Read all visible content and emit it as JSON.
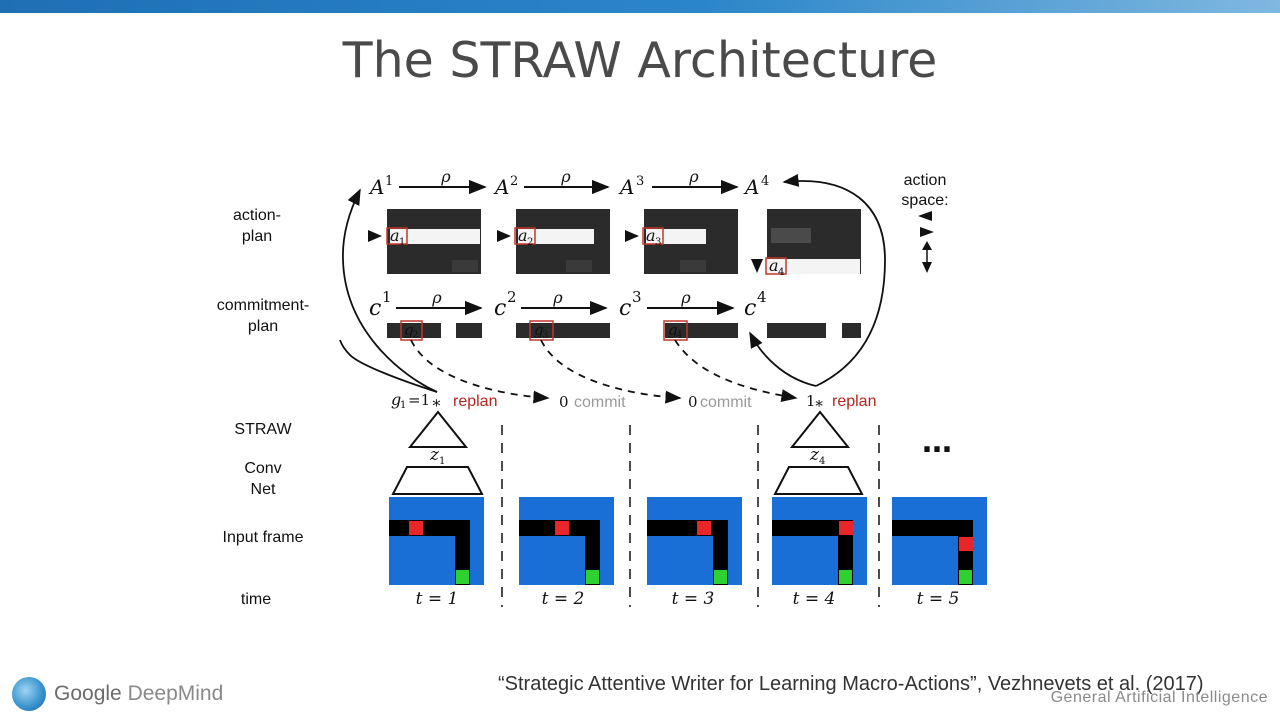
{
  "slide": {
    "title": "The STRAW Architecture",
    "citation": "“Strategic Attentive Writer for Learning Macro-Actions”, Vezhnevets et al. (2017)",
    "footer_right": "General Artificial Intelligence",
    "logo": {
      "google": "Google",
      "deepmind": "DeepMind",
      "icon": "deepmind-logo-icon"
    }
  },
  "colors": {
    "accent_red": "#b3261e",
    "frame_blue": "#1a6fd6",
    "plan_dark": "#2b2b2b"
  },
  "row_labels": {
    "action_plan_1": "action-",
    "action_plan_2": "plan",
    "commitment_plan_1": "commitment-",
    "commitment_plan_2": "plan",
    "straw": "STRAW",
    "conv_1": "Conv",
    "conv_2": "Net",
    "input_frame": "Input frame",
    "time": "time"
  },
  "action_space": {
    "line1": "action",
    "line2": "space:"
  },
  "math": {
    "A": "A",
    "A_sup": [
      "1",
      "2",
      "3",
      "4"
    ],
    "rho": "ρ",
    "c": "c",
    "c_sup": [
      "1",
      "2",
      "3",
      "4"
    ],
    "a": "a",
    "a_sub": [
      "1",
      "2",
      "3",
      "4"
    ],
    "g": "g",
    "g_sub": [
      "2",
      "3",
      "4"
    ],
    "z": "z",
    "z_sub": [
      "1",
      "4"
    ],
    "g1_lead": "g",
    "g1_sub": "1",
    "g1_eq": "=1",
    "star": "∗",
    "zero": "0",
    "one": "1",
    "ellipsis": "…"
  },
  "status": {
    "replan": "replan",
    "commit": "commit"
  },
  "time_steps": [
    "t = 1",
    "t = 2",
    "t = 3",
    "t = 4",
    "t = 5"
  ]
}
